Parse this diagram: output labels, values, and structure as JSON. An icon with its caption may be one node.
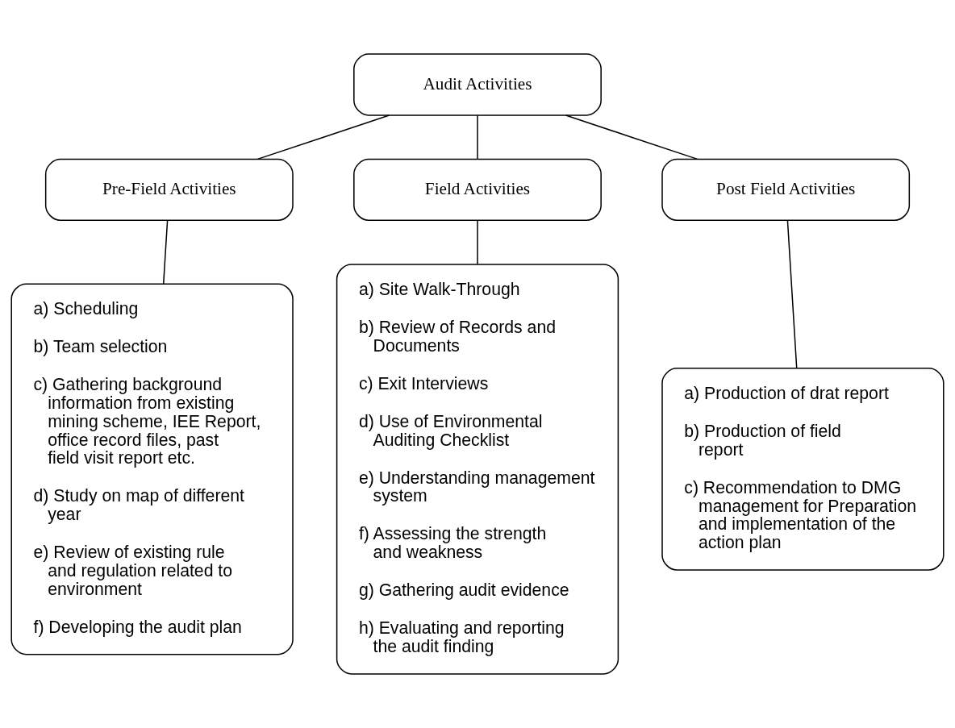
{
  "diagram": {
    "nodes": [
      {
        "text": [
          "Audit Activities"
        ]
      },
      {
        "text": [
          "Pre-Field Activities"
        ]
      },
      {
        "text": [
          "Field Activities"
        ]
      },
      {
        "text": [
          "Post Field Activities"
        ]
      },
      {
        "text": [
          "a) Scheduling",
          "b) Team selection",
          "c) Gathering background information from existing mining scheme, IEE Report, office record files, past field visit report etc.",
          "d) Study on map of different year",
          "e) Review of existing rule and regulation related to environment",
          "f) Developing the audit plan"
        ]
      },
      {
        "text": [
          "a) Site Walk-Through",
          "b) Review of Records and Documents",
          "c) Exit Interviews",
          "d) Use of Environmental Auditing Checklist",
          "e) Understanding management system",
          "f) Assessing the strength and weakness",
          "g) Gathering audit evidence",
          "h) Evaluating and reporting the audit finding"
        ]
      },
      {
        "text": [
          "a) Production of drat report",
          "b) Production of field report",
          "c) Recommendation to DMG management for Preparation and implementation of the action plan"
        ]
      }
    ],
    "edges": [
      {
        "from": 0,
        "to": 1,
        "arrow": "none"
      },
      {
        "from": 0,
        "to": 2,
        "arrow": "none"
      },
      {
        "from": 0,
        "to": 3,
        "arrow": "none"
      },
      {
        "from": 1,
        "to": 4,
        "arrow": "none"
      },
      {
        "from": 2,
        "to": 5,
        "arrow": "none"
      },
      {
        "from": 3,
        "to": 6,
        "arrow": "none"
      }
    ]
  }
}
